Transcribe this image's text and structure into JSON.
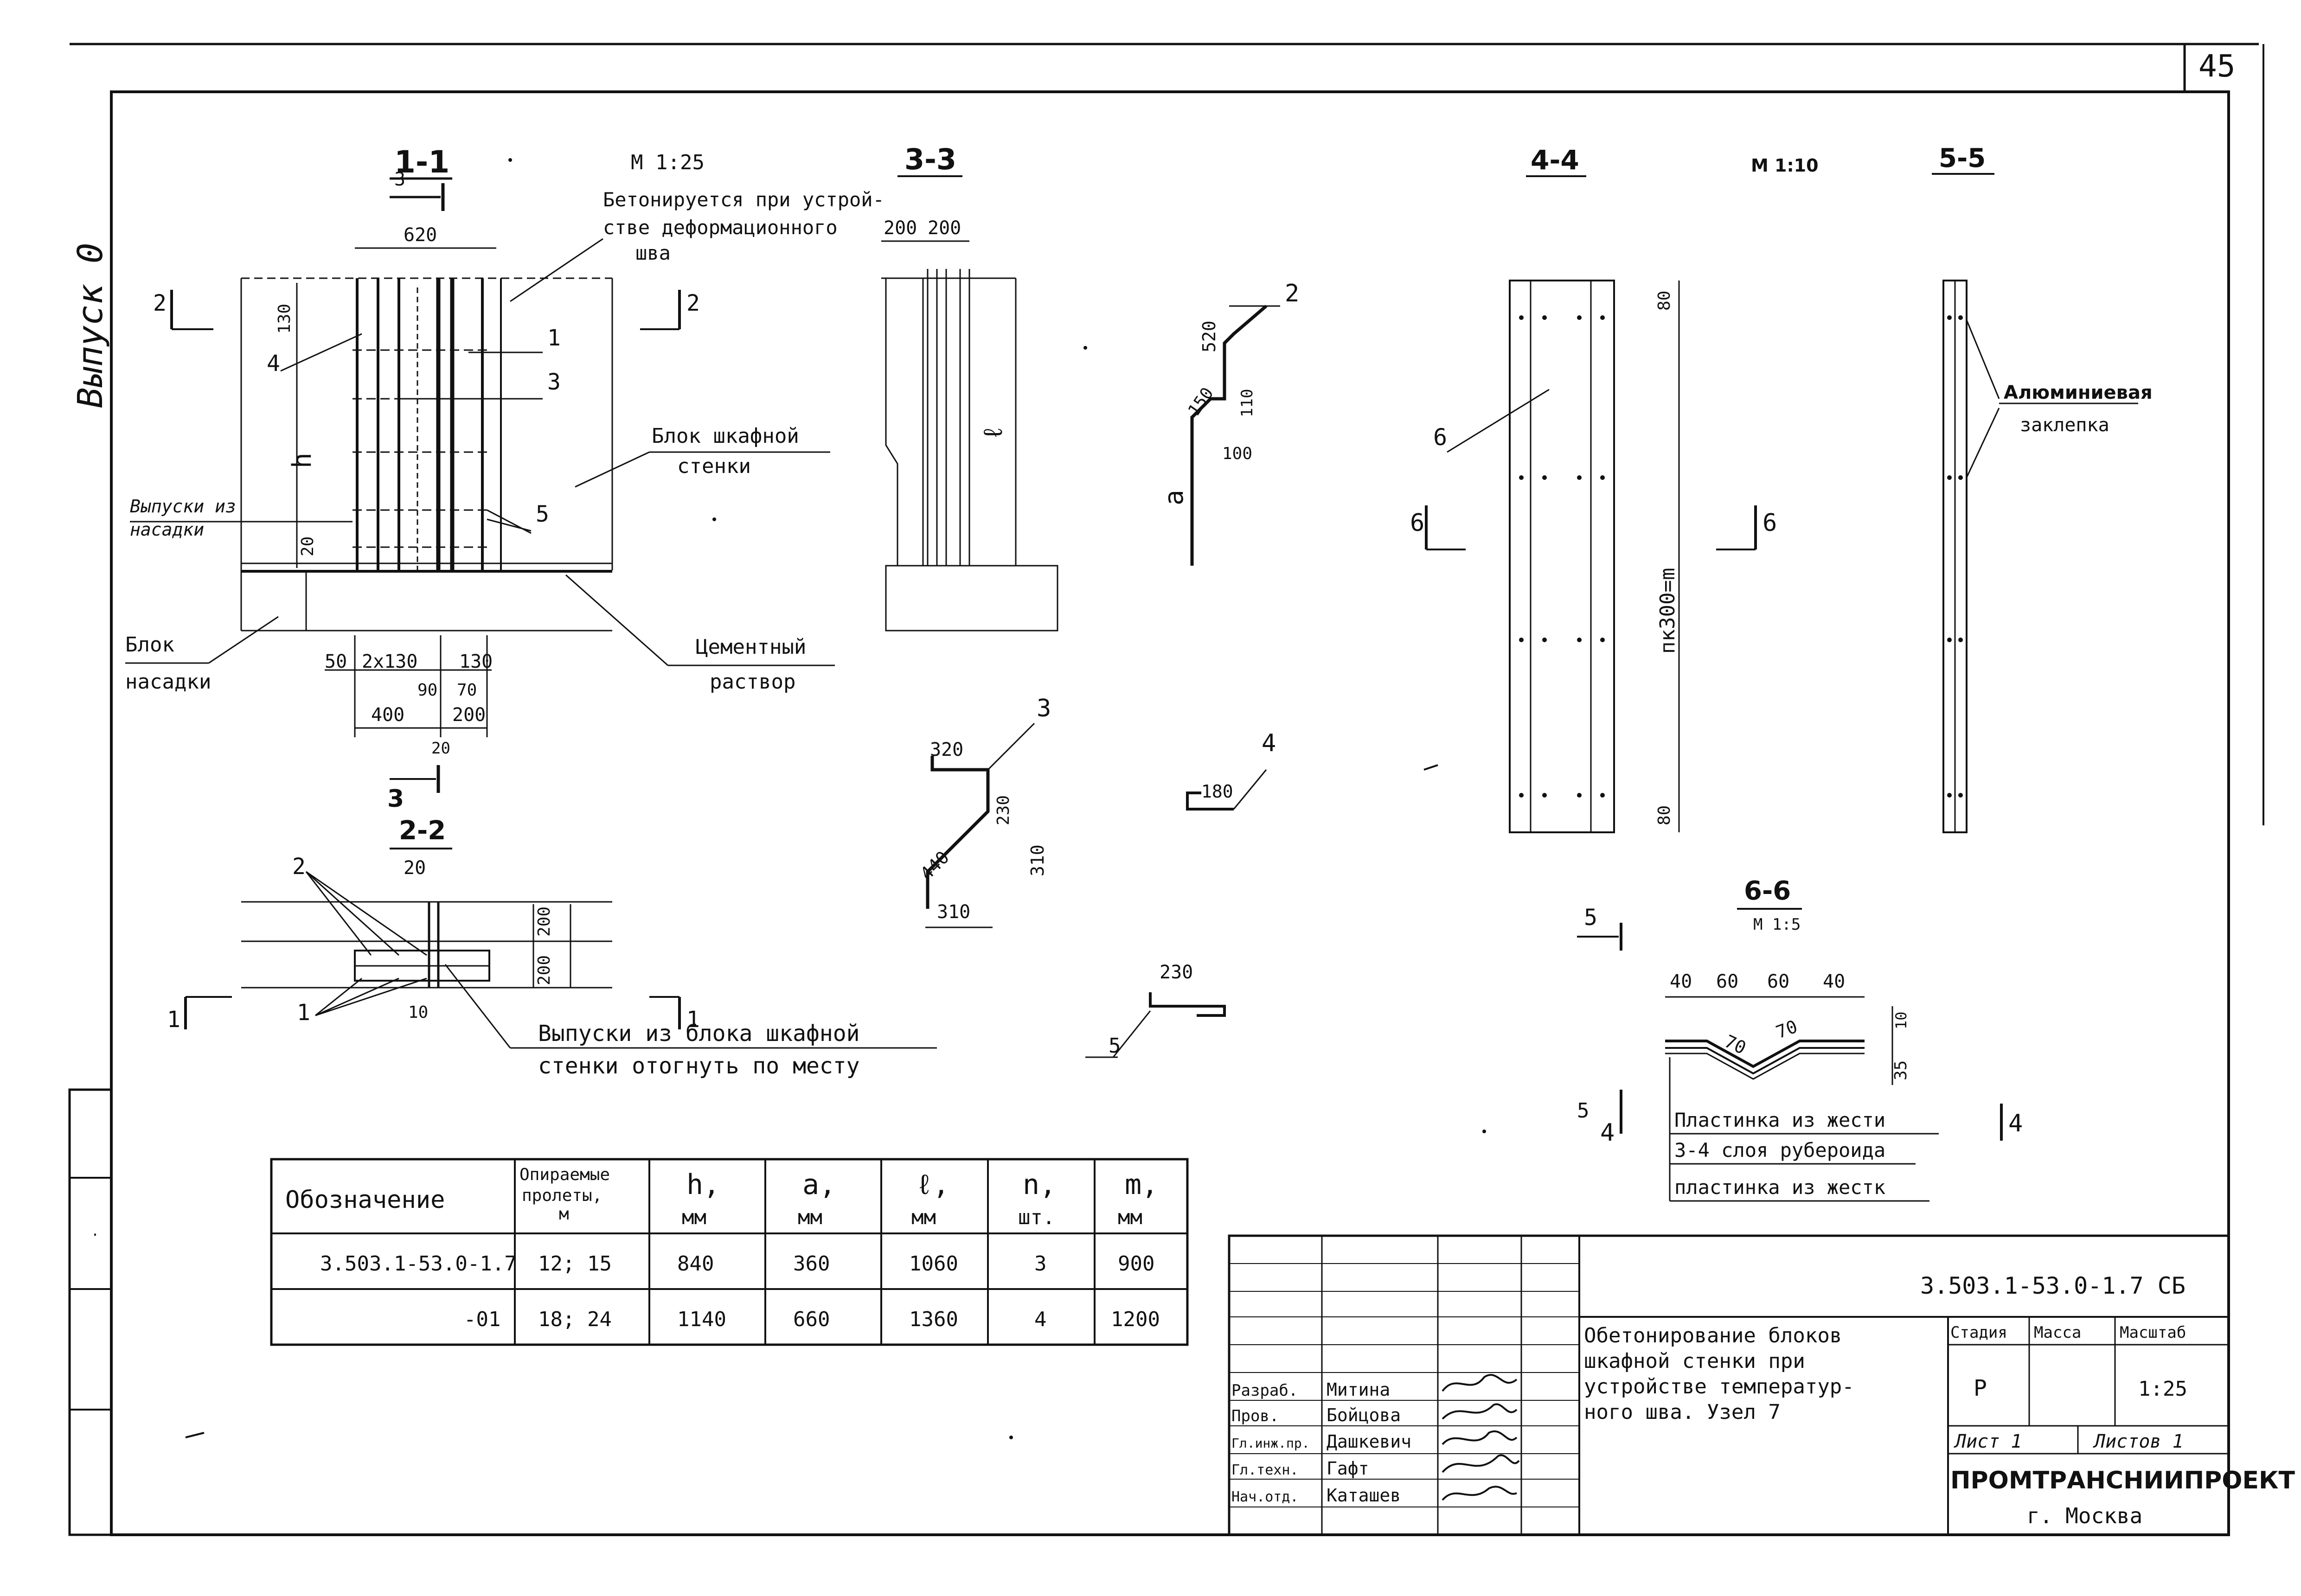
{
  "sheet_number": "45",
  "side_label": "Выпуск 0",
  "sections": {
    "s11": "1-1",
    "s22": "2-2",
    "s33": "3-3",
    "s44": "4-4",
    "s55": "5-5",
    "s66": "6-6",
    "scale_main": "М 1:25",
    "scale_44": "М 1:10",
    "scale_66": "М 1:5"
  },
  "markers": {
    "m3": "3",
    "m2": "2",
    "m1": "1",
    "m4": "4",
    "m5": "5",
    "m6": "6"
  },
  "notes": {
    "concrete_l1": "Бетонируется при устрой-",
    "concrete_l2": "стве деформационного",
    "concrete_l3": "шва",
    "wall_block_l1": "Блок шкафной",
    "wall_block_l2": "стенки",
    "outlets_l1": "Выпуски из",
    "outlets_l2": "насадки",
    "cap_block_l1": "Блок",
    "cap_block_l2": "насадки",
    "mortar_l1": "Цементный",
    "mortar_l2": "раствор",
    "bend_l1": "Выпуски из блока шкафной",
    "bend_l2": "стенки отогнуть по месту",
    "rivet_l1": "Алюминиевая",
    "rivet_l2": "заклепка",
    "plate_tin": "Пластинка из жести",
    "roofing": "3-4 слоя рубероида",
    "plate_tin2": "пластинка из жестк"
  },
  "dims": {
    "d620": "620",
    "d130": "130",
    "d20": "20",
    "d50": "50",
    "d2x130": "2х130",
    "d90": "90",
    "d70": "70",
    "d400": "400",
    "d200": "200",
    "d320": "320",
    "d230": "230",
    "d440": "440",
    "d310": "310",
    "d520": "520",
    "d150": "150",
    "d110": "110",
    "d100": "100",
    "d180": "180",
    "d80": "80",
    "d40": "40",
    "d60": "60",
    "d10": "10",
    "d35": "35",
    "h": "h",
    "a": "a",
    "l": "ℓ",
    "pk": "пк300=m"
  },
  "marks": {
    "p1": "1",
    "p2": "2",
    "p3": "3",
    "p4": "4",
    "p5": "5",
    "p6": "6"
  },
  "spec_table": {
    "headers": [
      {
        "l1": "Обозначение",
        "l2": ""
      },
      {
        "l1": "Опираемые",
        "l2": "пролеты,",
        "l3": "м"
      },
      {
        "l1": "h,",
        "l2": "мм"
      },
      {
        "l1": "a,",
        "l2": "мм"
      },
      {
        "l1": "ℓ,",
        "l2": "мм"
      },
      {
        "l1": "n,",
        "l2": "шт."
      },
      {
        "l1": "m,",
        "l2": "мм"
      }
    ],
    "rows": [
      [
        "3.503.1-53.0-1.7",
        "12; 15",
        "840",
        "360",
        "1060",
        "3",
        "900"
      ],
      [
        "-01",
        "18; 24",
        "1140",
        "660",
        "1360",
        "4",
        "1200"
      ]
    ]
  },
  "title_block": {
    "doc_code": "3.503.1-53.0-1.7 СБ",
    "title_l1": "Обетонирование блоков",
    "title_l2": "шкафной стенки при",
    "title_l3": "устройстве температур-",
    "title_l4": "ного шва. Узел 7",
    "stage_h": "Стадия",
    "mass_h": "Масса",
    "scale_h": "Масштаб",
    "stage": "Р",
    "scale": "1:25",
    "sheet": "Лист 1",
    "sheets": "Листов 1",
    "org": "ПРОМТРАНСНИИПРОЕКТ",
    "city": "г. Москва",
    "staff": [
      {
        "role": "Разраб.",
        "name": "Митина"
      },
      {
        "role": "Пров.",
        "name": "Бойцова"
      },
      {
        "role": "Гл.инж.пр.",
        "name": "Дашкевич"
      },
      {
        "role": "Гл.техн.",
        "name": "Гафт"
      },
      {
        "role": "Нач.отд.",
        "name": "Каташев"
      }
    ]
  }
}
